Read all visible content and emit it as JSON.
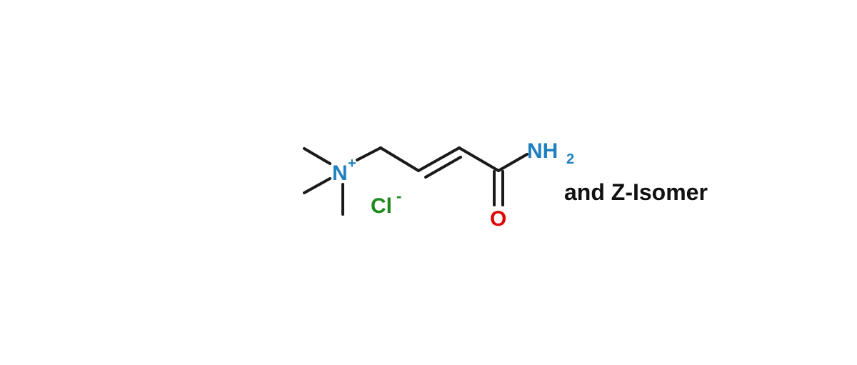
{
  "structure": {
    "cation": {
      "element": "N",
      "charge": "+"
    },
    "counter_ion": {
      "element": "Cl",
      "charge": "-"
    },
    "amide_nitrogen": {
      "element": "NH",
      "subscript": "2"
    },
    "carbonyl_oxygen": {
      "element": "O"
    }
  },
  "caption": "and Z-Isomer",
  "colors": {
    "bond": "#1a1a1a",
    "nitrogen": "#1f7fbf",
    "chlorine": "#1e8a1e",
    "oxygen": "#e00000",
    "caption": "#111111"
  }
}
